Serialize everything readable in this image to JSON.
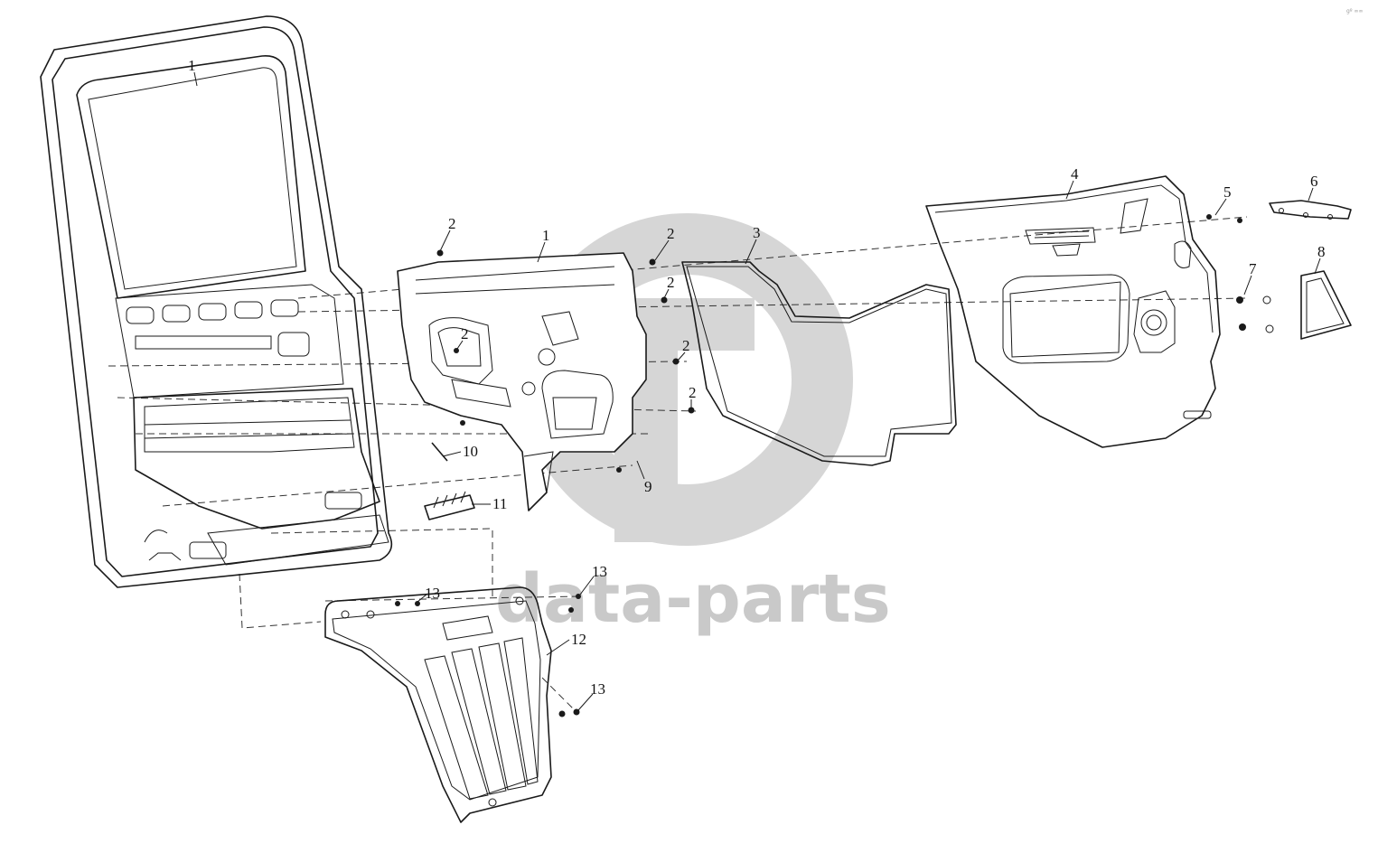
{
  "watermark": {
    "brand_text": "data-parts",
    "logo_name": "gp-logo",
    "color": "#c9c9c9"
  },
  "corner_mark": "gº ∞∞",
  "callouts": {
    "c1a": "1",
    "c1b": "1",
    "c2a": "2",
    "c2b": "2",
    "c2c": "2",
    "c2d": "2",
    "c2e": "2",
    "c2f": "2",
    "c3": "3",
    "c4": "4",
    "c5": "5",
    "c6": "6",
    "c7": "7",
    "c8": "8",
    "c9": "9",
    "c10": "10",
    "c11": "11",
    "c12": "12",
    "c13a": "13",
    "c13b": "13",
    "c13c": "13"
  },
  "colors": {
    "line": "#1a1a1a",
    "background": "#ffffff",
    "watermark": "#c9c9c9"
  }
}
